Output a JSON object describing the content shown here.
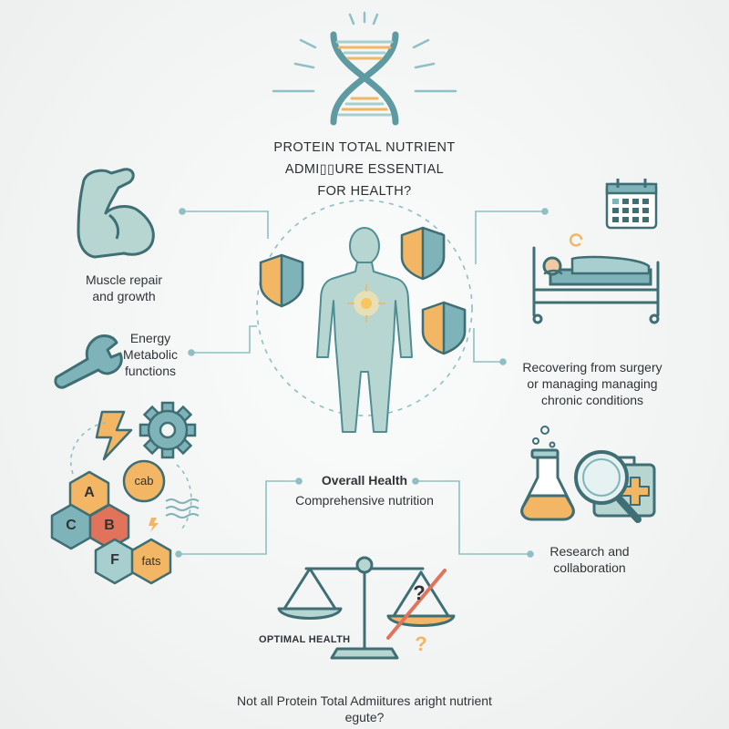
{
  "title": {
    "line1": "PROTEIN TOTAL NUTRIENT",
    "line2": "ADMI▯▯URE ESSENTIAL",
    "line3": "FOR HEALTH?"
  },
  "muscle": {
    "line1": "Muscle repair",
    "line2": "and growth"
  },
  "energy": {
    "line1": "Energy",
    "line2": "Metabolic",
    "line3": "functions"
  },
  "recovery": {
    "line1": "Recovering from surgery",
    "line2": "or managing managing",
    "line3": "chronic conditions"
  },
  "overall": {
    "title": "Overall Health",
    "subtitle": "Comprehensive nutrition"
  },
  "research": {
    "line1": "Research and",
    "line2": "collaboration"
  },
  "nutrients": {
    "a": "A",
    "c": "C",
    "b": "B",
    "f": "F",
    "fats": "fats",
    "cab": "cab"
  },
  "scale": {
    "label": "OPTIMAL HEALTH",
    "question": "?"
  },
  "footer": {
    "line1": "Not all Protein Total Admiitures aright nutrient",
    "line2": "egute?"
  },
  "colors": {
    "teal": "#5d9aa1",
    "teal_light": "#a8cfcf",
    "body_fill": "#b7d6d2",
    "orange": "#f2b664",
    "red": "#e0735a",
    "dark": "#2f3438"
  }
}
